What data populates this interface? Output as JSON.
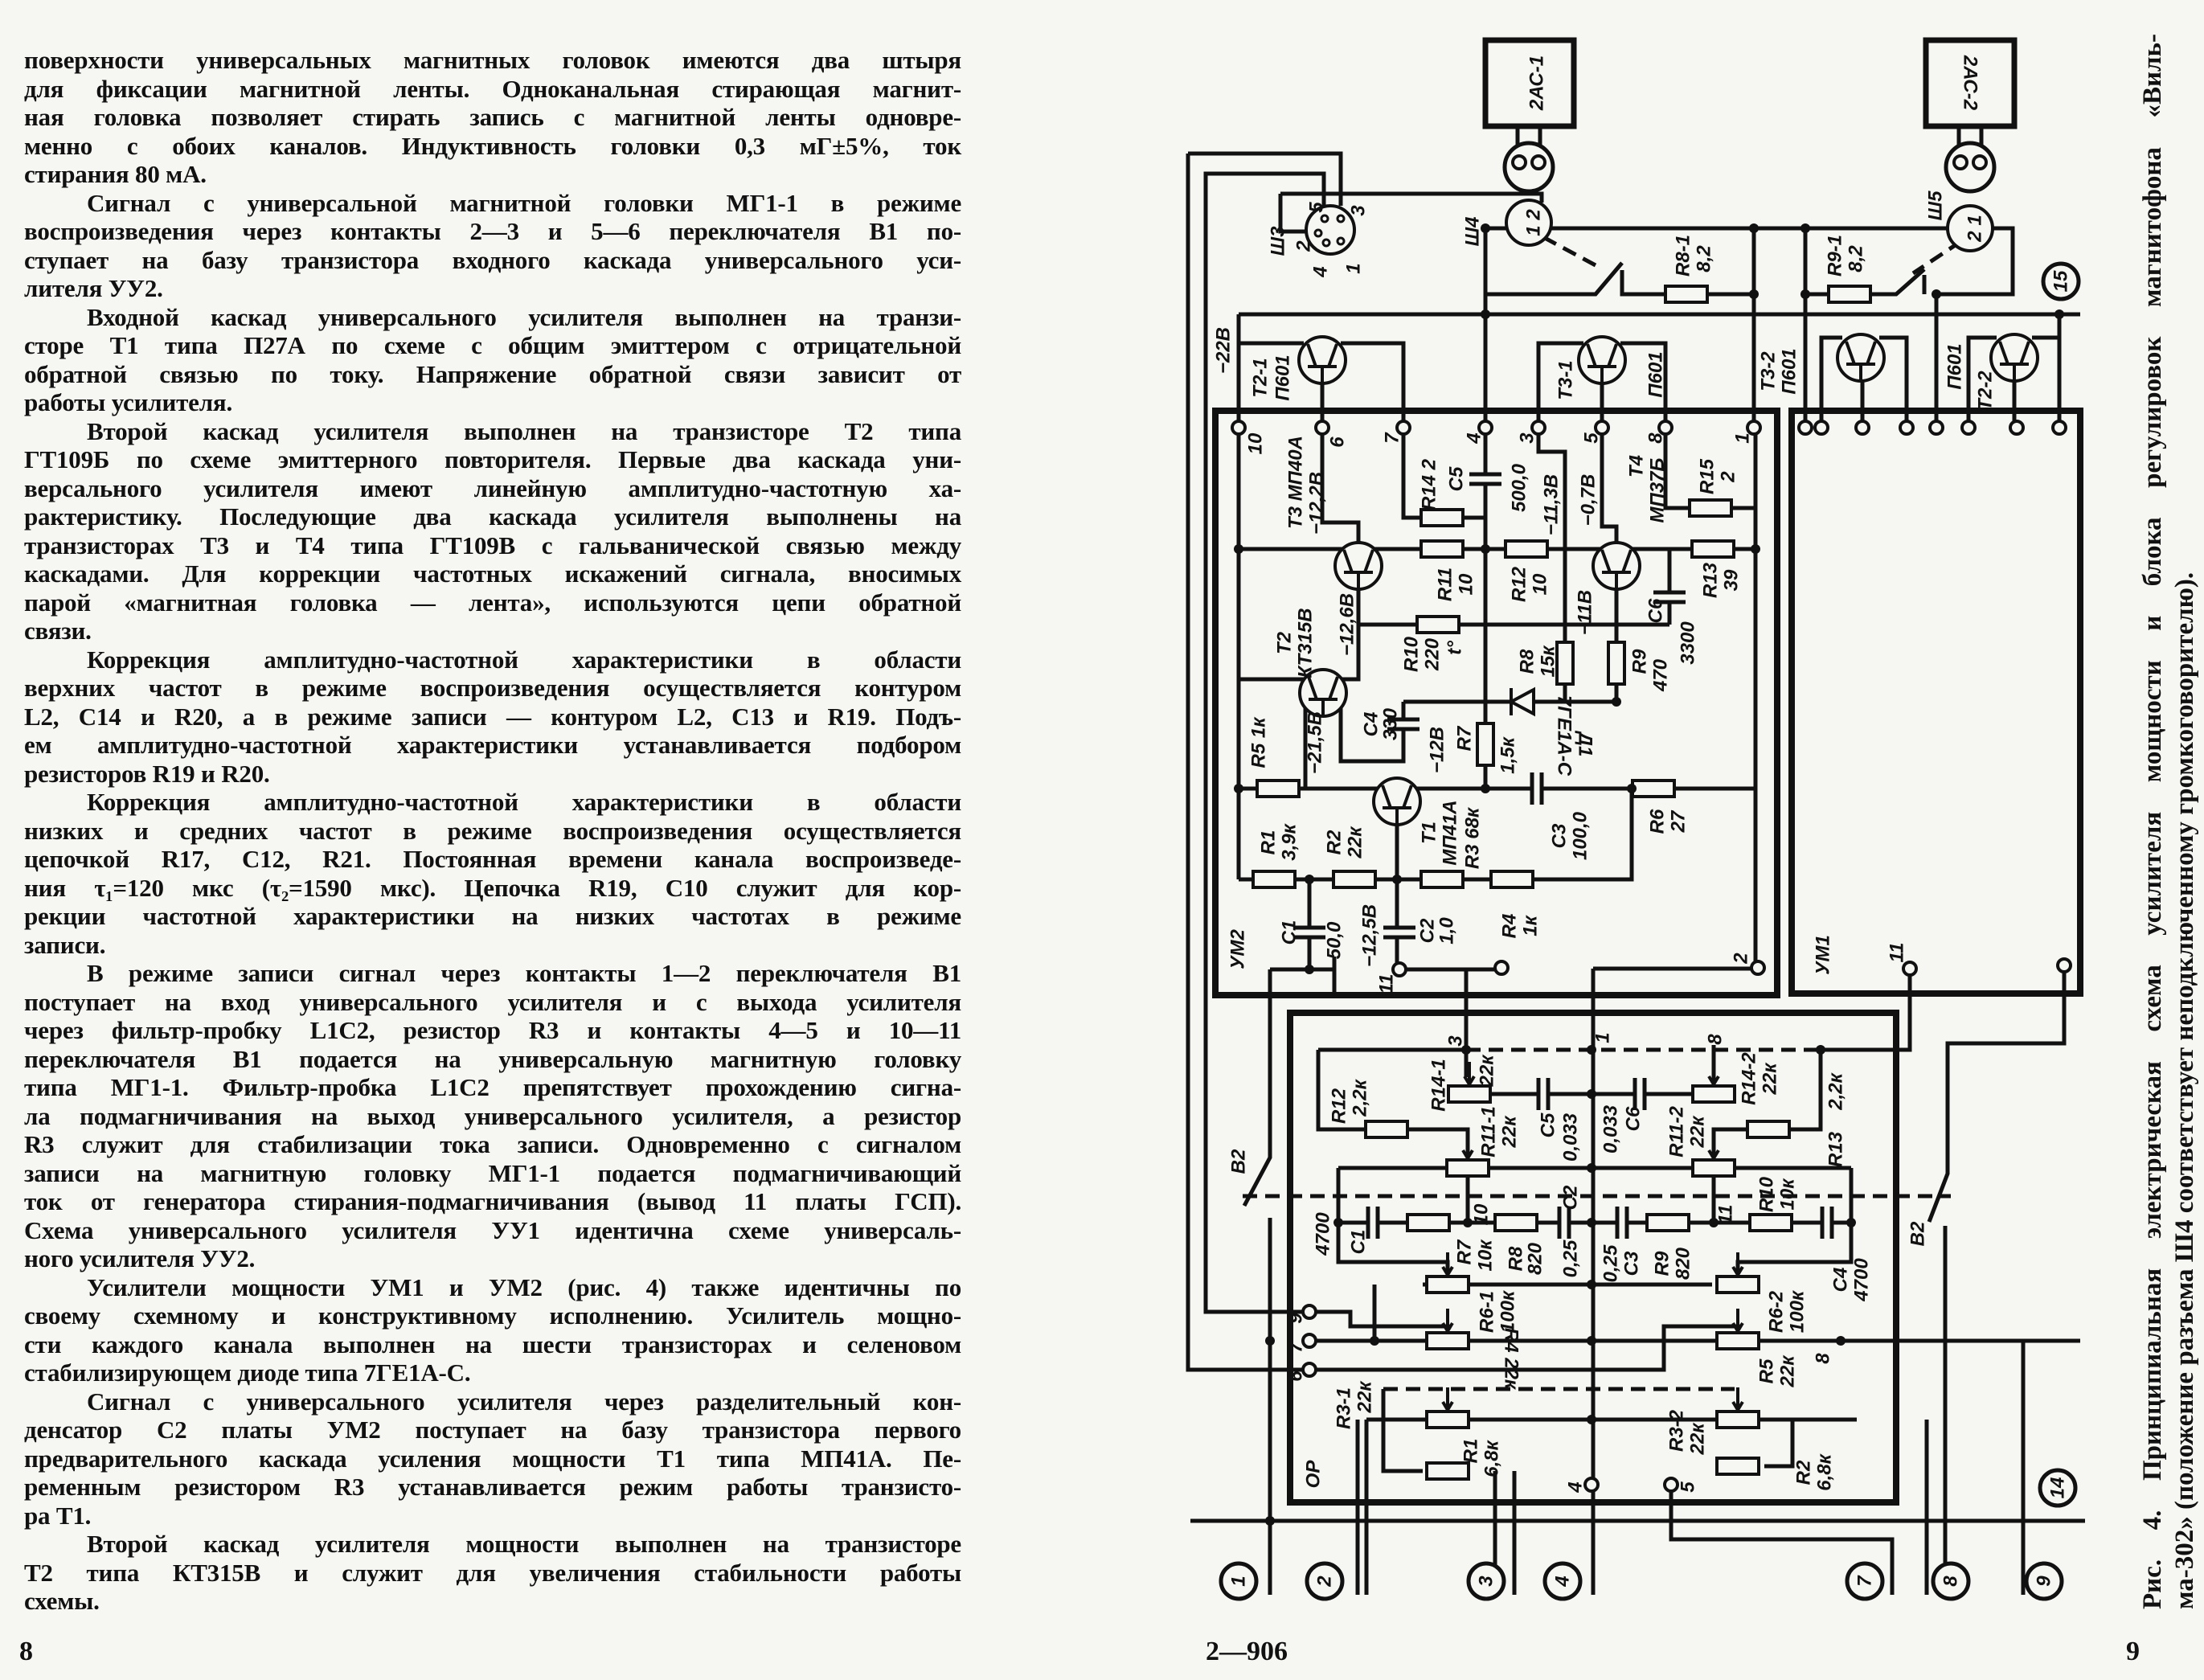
{
  "left_page": {
    "paragraphs": [
      [
        "поверхности универсальных магнитных головок имеются два штыря",
        "для фиксации магнитной ленты. Одноканальная стирающая магнит-",
        "ная головка позволяет стирать запись с магнитной ленты одновре-",
        "менно с обоих каналов. Индуктивность головки 0,3 мГ±5%, ток",
        "стирания 80 мА."
      ],
      [
        "Сигнал с универсальной магнитной головки МГ1-1 в режиме",
        "воспроизведения через контакты 2—3 и 5—6 переключателя В1 по-",
        "ступает на базу транзистора входного каскада универсального уси-",
        "лителя УУ2."
      ],
      [
        "Входной каскад универсального усилителя выполнен на транзи-",
        "сторе Т1 типа П27А по схеме с общим эмиттером с отрицательной",
        "обратной связью по току. Напряжение обратной связи зависит от",
        "работы усилителя."
      ],
      [
        "Второй каскад усилителя выполнен на транзисторе Т2 типа",
        "ГТ109Б по схеме эмиттерного повторителя. Первые два каскада уни-",
        "версального усилителя имеют линейную амплитудно-частотную ха-",
        "рактеристику. Последующие два каскада усилителя выполнены на",
        "транзисторах Т3 и Т4 типа ГТ109В с гальванической связью между",
        "каскадами. Для коррекции частотных искажений сигнала, вносимых",
        "парой «магнитная головка — лента», используются цепи обратной",
        "связи."
      ],
      [
        "Коррекция амплитудно-частотной характеристики в области",
        "верхних частот в режиме воспроизведения осуществляется контуром",
        "L2, C14 и R20, а в режиме записи — контуром L2, C13 и R19. Подъ-",
        "ем амплитудно-частотной характеристики устанавливается подбором",
        "резисторов R19 и R20."
      ],
      [
        "Коррекция амплитудно-частотной характеристики в области",
        "низких и средних частот в режиме воспроизведения осуществляется",
        "цепочкой R17, C12, R21. Постоянная времени канала воспроизведе-",
        "ния τ₁=120 мкс (τ₂=1590 мкс). Цепочка R19, C10 служит для кор-",
        "рекции частотной характеристики на низких частотах в режиме",
        "записи."
      ],
      [
        "В режиме записи сигнал через контакты 1—2 переключателя В1",
        "поступает на вход универсального усилителя и с выхода усилителя",
        "через фильтр-пробку L1C2, резистор R3 и контакты 4—5 и 10—11",
        "переключателя В1 подается на универсальную магнитную головку",
        "типа МГ1-1. Фильтр-пробка L1C2 препятствует прохождению сигна-",
        "ла подмагничивания на выход универсального усилителя, а резистор",
        "R3 служит для стабилизации тока записи. Одновременно с сигналом",
        "записи на магнитную головку МГ1-1 подается подмагничивающий",
        "ток от генератора стирания-подмагничивания (вывод 11 платы ГСП).",
        "Схема универсального усилителя УУ1 идентична схеме универсаль-",
        "ного усилителя УУ2."
      ],
      [
        "Усилители мощности УМ1 и УМ2 (рис. 4) также идентичны по",
        "своему схемному и конструктивному исполнению. Усилитель мощно-",
        "сти каждого канала выполнен на шести транзисторах и селеновом",
        "стабилизирующем диоде типа 7ГЕ1А-С."
      ],
      [
        "Сигнал с универсального усилителя через разделительный кон-",
        "денсатор С2 платы УМ2 поступает на базу транзистора первого",
        "предварительного каскада усиления мощности Т1 типа МП41А. Пе-",
        "ременным резистором R3 устанавливается режим работы транзисто-",
        "ра Т1."
      ],
      [
        "Второй каскад усилителя мощности выполнен на транзисторе",
        "Т2 типа КТ315В и служит для увеличения стабильности работы",
        "схемы."
      ]
    ],
    "page_number": "8"
  },
  "right_page": {
    "signature_mark": "2—906",
    "page_number": "9",
    "caption": {
      "line1": "Рис. 4. Принципиальная электрическая схема усилителя мощности и блока регулировок магнитофона «Виль-",
      "line2": "ма-302» (положение разъема Ш4 соответствует неподключенному громкоговорителю)."
    }
  },
  "diagram": {
    "labels": {
      "ac1": "2АС-1",
      "ac2": "2АС-2",
      "sh3": "Ш3",
      "sh4": "Ш4",
      "sh5": "Ш5",
      "sh3_p5": "5",
      "sh3_p3": "3",
      "sh3_p2": "2",
      "sh3_p4": "4",
      "sh3_p1": "1",
      "sh4_pins": "1 2",
      "sh5_pins": "2 1",
      "r8_1": "R8-1",
      "r8_1v": "8,2",
      "r9_1": "R9-1",
      "r9_1v": "8,2",
      "v22": "−22В",
      "t2_1": "T2-1",
      "t2_1t": "П601",
      "t3_1": "T3-1",
      "t3_1t": "П601",
      "t3_2": "T3-2",
      "t3_2t": "П601",
      "t2_2t": "П601",
      "t2_2": "T2-2",
      "um2_p10": "10",
      "um2_p6": "6",
      "um2_p7": "7",
      "um2_p4": "4",
      "um2_p3": "3",
      "um2_p5": "5",
      "um2_p8": "8",
      "um2_p1": "1",
      "um2_p11": "11",
      "um2_p2": "2",
      "um1_p11": "11",
      "um2": "УМ2",
      "um1": "УМ1",
      "t3": "T3 МП40А",
      "v122": "−12,2В",
      "r14": "R14 2",
      "c5": "C5",
      "c5v": "500,0",
      "v113": "−11,3В",
      "v07": "−0,7В",
      "t4": "T4",
      "t4t": "МП37Б",
      "r15": "R15",
      "r15v": "2",
      "r11": "R11",
      "r11v": "10",
      "r12": "R12",
      "r12v": "10",
      "r13": "R13",
      "r13v": "39",
      "c6": "C6",
      "c6v": "3300",
      "t2": "T2",
      "t2t": "КТ315В",
      "v126": "−12,6В",
      "r10": "R10",
      "r10v": "220",
      "t_deg": "t°",
      "r8": "R8",
      "r8v": "15к",
      "v11": "−11В",
      "r9": "R9",
      "r9v": "470",
      "r5": "R5 1к",
      "v215": "−21,5В",
      "c4": "C4",
      "c4v": "330",
      "v12": "−12В",
      "r7": "R7",
      "r7v": "1,5к",
      "d1": "Д1",
      "d1t": "7ГЕ1А-С",
      "r1": "R1",
      "r1v": "3,9к",
      "r2": "R2",
      "r2v": "22к",
      "t1": "T1",
      "t1t": "МП41А",
      "r3": "R3 68к",
      "c3": "C3",
      "c3v": "100,0",
      "r6": "R6",
      "r6v": "27",
      "c1": "C1",
      "c1v": "50,0",
      "v125": "−12,5В",
      "c2": "C2",
      "c2v": "1,0",
      "r4": "R4",
      "r4v": "1к",
      "op": "ОР",
      "op_p3": "3",
      "op_p1": "1",
      "op_p8": "8",
      "op_r14_1": "R14-1",
      "op_r14_1v": "22к",
      "op_r12": "R12",
      "op_r12v": "2,2к",
      "op_r11_1": "R11-1",
      "op_r11_1v": "22к",
      "op_c5": "C5",
      "op_c5v": "0,033",
      "op_c6v": "0,033",
      "op_c6": "C6",
      "op_r11_2": "R11-2",
      "op_r11_2v": "22к",
      "op_r14_2": "R14-2",
      "op_r14_2v": "22к",
      "op_r13v": "2,2к",
      "op_r13": "R13",
      "b2_left": "B2",
      "b2_right": "B2",
      "op_p10": "10",
      "op_p11": "11",
      "op_c1v": "4700",
      "op_c1": "C1",
      "op_r7": "R7",
      "op_r7v": "10к",
      "op_r8": "R8",
      "op_r8v": "820",
      "op_c2v": "0,25",
      "op_c2": "C2",
      "op_c3v": "0,25",
      "op_c3": "C3",
      "op_r9": "R9",
      "op_r9v": "820",
      "op_r10": "R10",
      "op_r10v": "10к",
      "op_c4": "C4",
      "op_c4v": "4700",
      "op_r6_1": "R6-1",
      "op_r6_1v": "100к",
      "op_r6_2": "R6-2",
      "op_r6_2v": "100к",
      "op_p9": "9",
      "op_p7": "7",
      "op_p6": "6",
      "op_r4": "R4 22к",
      "op_p8b": "8",
      "op_r5": "R5",
      "op_r5v": "22к",
      "op_r3_1": "R3-1",
      "op_r3_1v": "22к",
      "op_r1": "R1",
      "op_r1v": "6,8к",
      "op_r3_2": "R3-2",
      "op_r3_2v": "22к",
      "op_r2": "R2",
      "op_r2v": "6,8к",
      "op_p4": "4",
      "op_p5": "5",
      "c_1": "1",
      "c_2": "2",
      "c_3": "3",
      "c_4": "4",
      "c_7": "7",
      "c_8": "8",
      "c_9": "9",
      "c_14": "14",
      "c_15": "15"
    }
  }
}
